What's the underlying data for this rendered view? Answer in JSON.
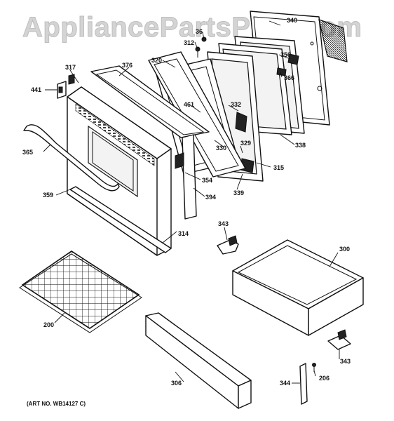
{
  "watermark": "AppliancePartsPros.com",
  "art_number": "(ART NO. WB14127 C)",
  "parts": {
    "p200": "200",
    "p206": "206",
    "p300": "300",
    "p306": "306",
    "p312": "312",
    "p314": "314",
    "p315": "315",
    "p317": "317",
    "p320": "320",
    "p329": "329",
    "p330": "330",
    "p332": "332",
    "p338": "338",
    "p339": "339",
    "p340": "340",
    "p343a": "343",
    "p343b": "343",
    "p344": "344",
    "p354": "354",
    "p356": "356",
    "p359": "359",
    "p36": "36",
    "p365": "365",
    "p366": "366",
    "p376": "376",
    "p394": "394",
    "p441": "441",
    "p461": "461"
  }
}
